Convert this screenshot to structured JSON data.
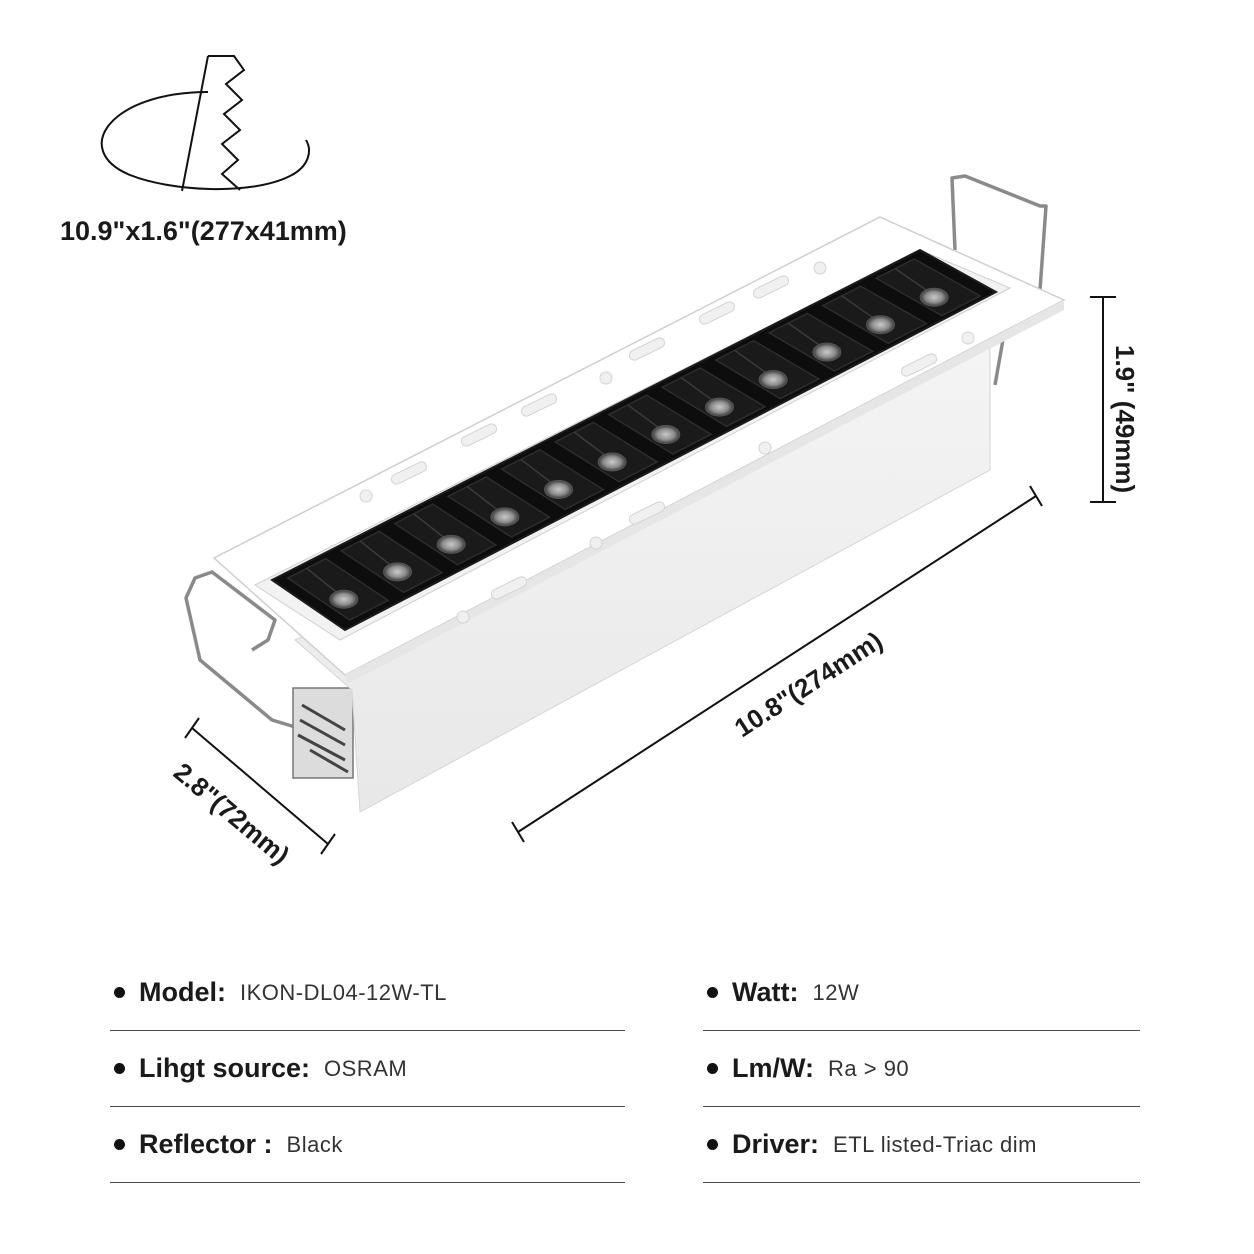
{
  "cutout": {
    "dimension_label": "10.9\"x1.6\"(277x41mm)"
  },
  "dimensions": {
    "height": "1.9\" (49mm)",
    "length": "10.8\"(274mm)",
    "width": "2.8\"(72mm)"
  },
  "product": {
    "cells": 12,
    "body_color": "#ffffff",
    "reflector_color": "#111111"
  },
  "specs": {
    "left": [
      {
        "label": "Model:",
        "value": "IKON-DL04-12W-TL"
      },
      {
        "label": "Lihgt source:",
        "value": "OSRAM"
      },
      {
        "label": "Reflector :",
        "value": "Black"
      }
    ],
    "right": [
      {
        "label": "Watt:",
        "value": "12W"
      },
      {
        "label": "Lm/W:",
        "value": "Ra > 90"
      },
      {
        "label": "Driver:",
        "value": "ETL listed-Triac dim"
      }
    ]
  }
}
